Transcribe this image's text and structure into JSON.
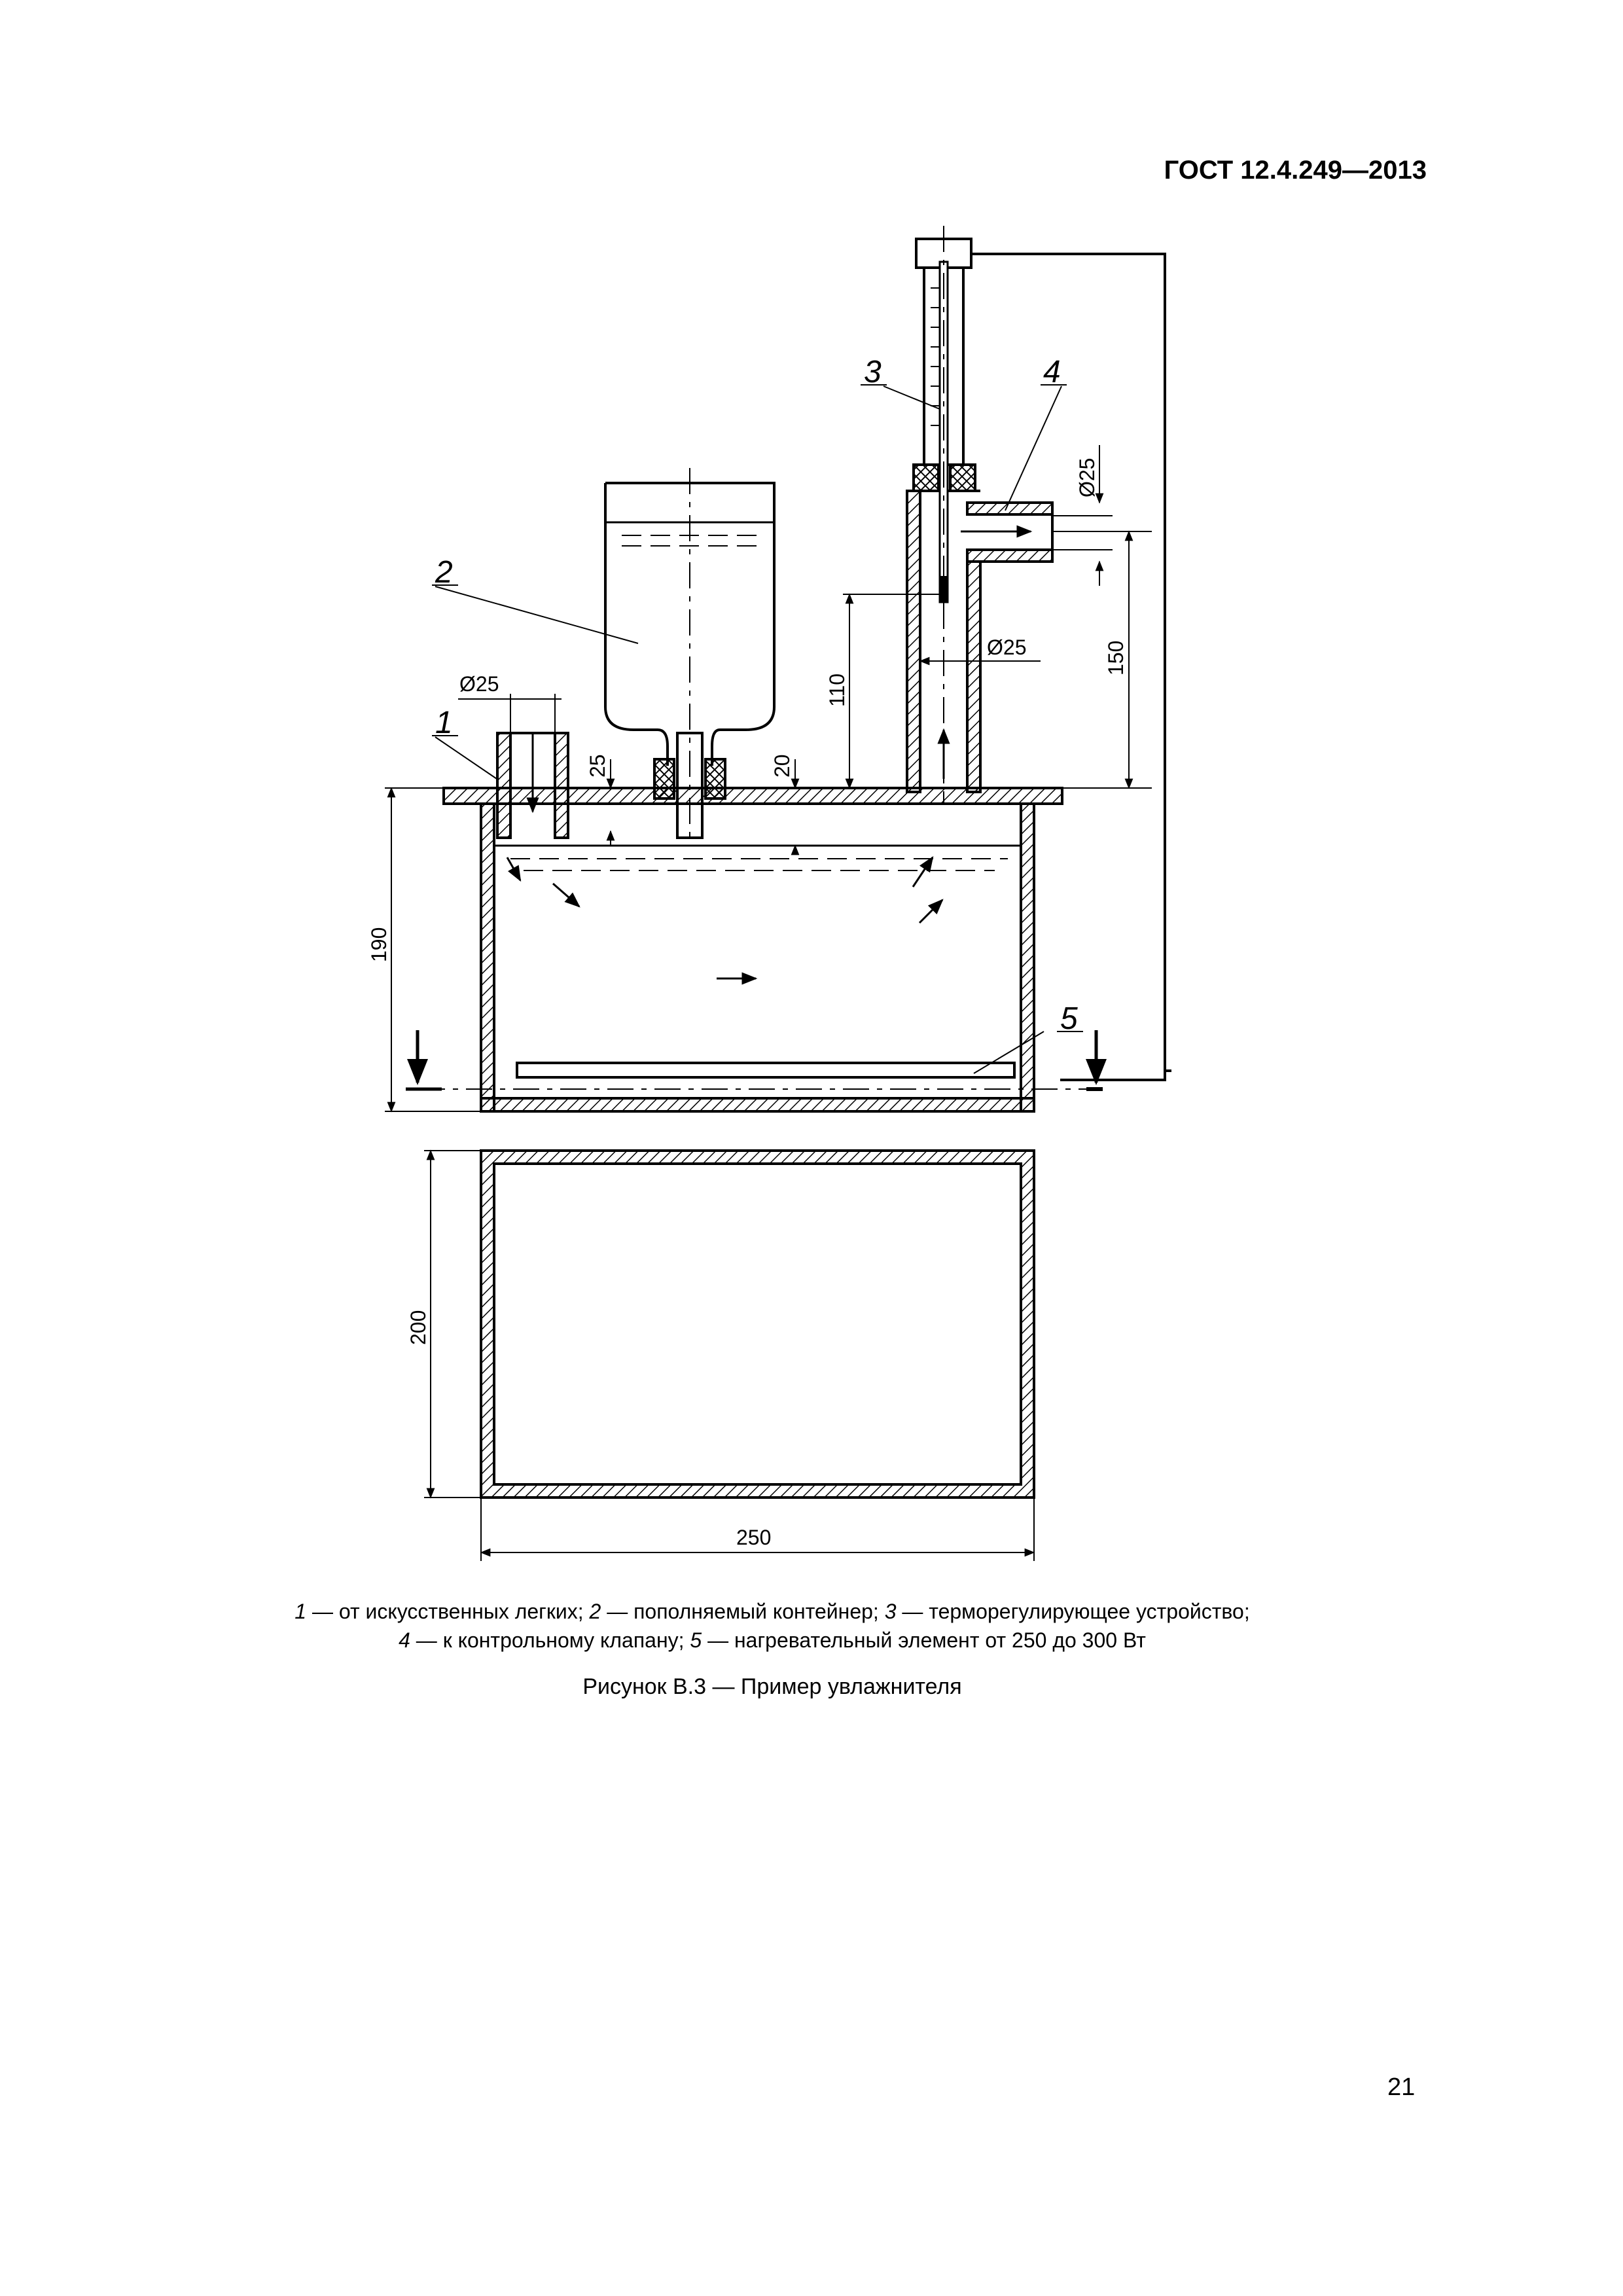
{
  "header": {
    "standard": "ГОСТ 12.4.249—2013"
  },
  "figure": {
    "callouts": [
      "1",
      "2",
      "3",
      "4",
      "5"
    ],
    "dimensions": {
      "d_inlet": "Ø25",
      "d_outlet": "Ø25",
      "d_tube": "Ø25",
      "h_inlet": "25",
      "h_bottle": "20",
      "h_tube": "110",
      "h_outlet": "150",
      "h_tank": "190",
      "depth_plan": "200",
      "width_plan": "250"
    }
  },
  "legend": {
    "items": [
      {
        "num": "1",
        "text": " — от искусственных легких; "
      },
      {
        "num": "2",
        "text": " — пополняемый контейнер; "
      },
      {
        "num": "3",
        "text": " — терморегулирующее устройство;"
      },
      {
        "num": "4",
        "text": " — к контрольному клапану; "
      },
      {
        "num": "5",
        "text": " — нагревательный элемент от 250 до 300 Вт"
      }
    ]
  },
  "caption": "Рисунок В.3 — Пример увлажнителя",
  "page_number": "21"
}
